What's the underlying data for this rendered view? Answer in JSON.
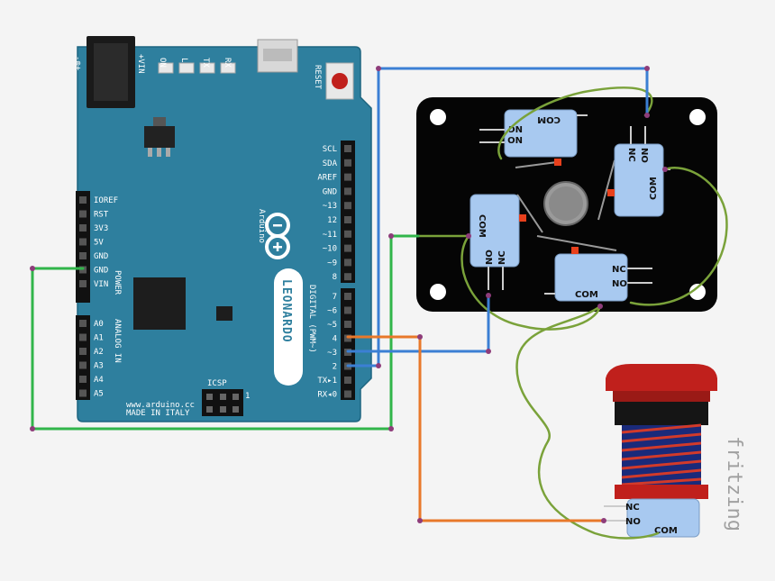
{
  "board": {
    "name": "LEONARDO",
    "brand": "Arduino",
    "url": "www.arduino.cc",
    "made_in": "MADE IN ITALY",
    "reset_label": "RESET",
    "icsp_label": "ICSP",
    "icsp_pin1": "1",
    "vin_label": "+VIN",
    "led_labels": [
      "ON",
      "L",
      "TX",
      "RX"
    ],
    "power_header_label": "POWER",
    "analog_header_label": "ANALOG IN",
    "digital_header_label": "DIGITAL (PWM~)",
    "power_pins": [
      "IOREF",
      "RST",
      "3V3",
      "5V",
      "GND",
      "GND",
      "VIN"
    ],
    "analog_pins": [
      "A0",
      "A1",
      "A2",
      "A3",
      "A4",
      "A5"
    ],
    "digital_top_pins": [
      "SCL",
      "SDA",
      "AREF",
      "GND",
      "~13",
      "12",
      "~11",
      "~10",
      "~9",
      "8"
    ],
    "digital_bottom_pins": [
      "7",
      "~6",
      "~5",
      "4",
      "~3",
      "2",
      "TX▸1",
      "RX◂0"
    ]
  },
  "joystick": {
    "switches": [
      {
        "com": "COM",
        "nc": "NC",
        "no": "NO"
      },
      {
        "com": "COM",
        "nc": "NC",
        "no": "NO"
      },
      {
        "com": "COM",
        "nc": "NC",
        "no": "NO"
      },
      {
        "com": "COM",
        "nc": "NC",
        "no": "NO"
      }
    ]
  },
  "button": {
    "com": "COM",
    "nc": "NC",
    "no": "NO"
  },
  "watermark": "fritzing",
  "colors": {
    "board": "#2e7f9e",
    "wire_green": "#31b54a",
    "wire_blue": "#3b7fd4",
    "wire_orange": "#e8782a",
    "wire_olive": "#7aa23a",
    "switch_body": "#a8c9f0",
    "button_red": "#c0201c"
  }
}
